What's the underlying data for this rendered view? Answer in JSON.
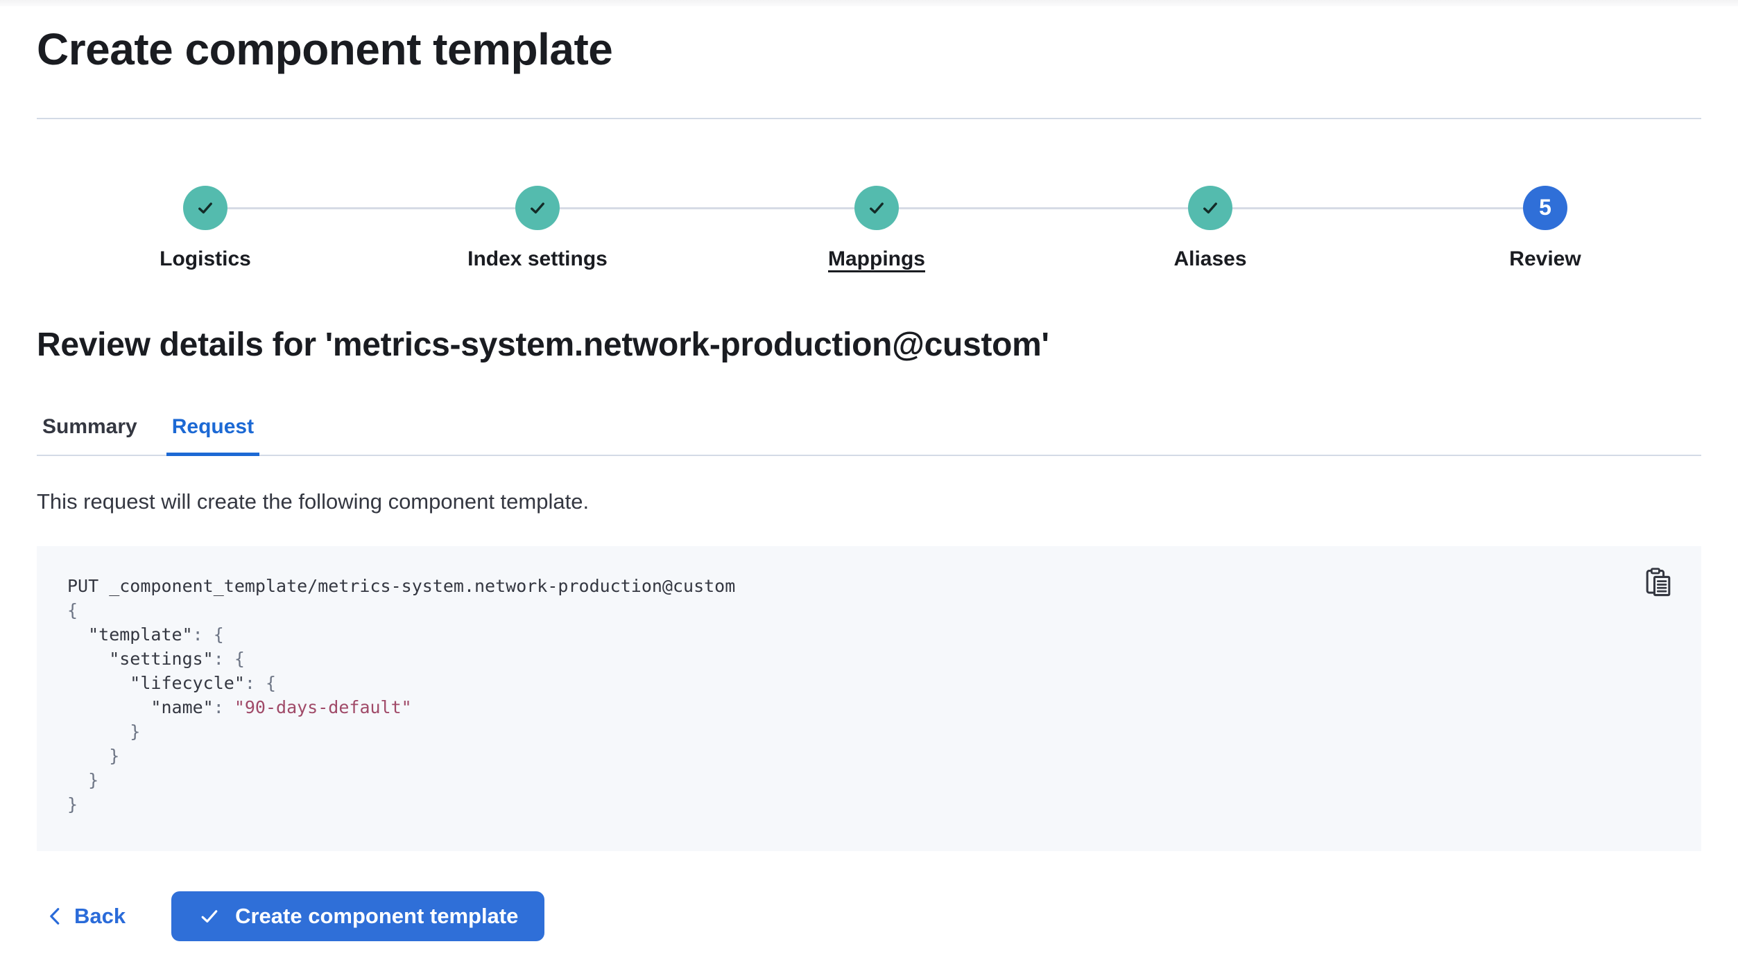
{
  "page": {
    "title": "Create component template",
    "review_heading": "Review details for 'metrics-system.network-production@custom'",
    "request_description": "This request will create the following component template."
  },
  "stepper": {
    "steps": [
      {
        "label": "Logistics",
        "status": "complete"
      },
      {
        "label": "Index settings",
        "status": "complete"
      },
      {
        "label": "Mappings",
        "status": "complete"
      },
      {
        "label": "Aliases",
        "status": "complete"
      },
      {
        "label": "Review",
        "status": "current",
        "number": "5"
      }
    ]
  },
  "tabs": {
    "items": [
      {
        "label": "Summary",
        "active": false
      },
      {
        "label": "Request",
        "active": true
      }
    ]
  },
  "request_preview": {
    "copy_icon": "copy-clipboard-icon",
    "code_lines": [
      [
        {
          "t": "plain",
          "s": "PUT _component_template/metrics-system.network-production@custom"
        }
      ],
      [
        {
          "t": "punct",
          "s": "{"
        }
      ],
      [
        {
          "t": "key",
          "s": "  \"template\""
        },
        {
          "t": "punct",
          "s": ": {"
        }
      ],
      [
        {
          "t": "key",
          "s": "    \"settings\""
        },
        {
          "t": "punct",
          "s": ": {"
        }
      ],
      [
        {
          "t": "key",
          "s": "      \"lifecycle\""
        },
        {
          "t": "punct",
          "s": ": {"
        }
      ],
      [
        {
          "t": "key",
          "s": "        \"name\""
        },
        {
          "t": "punct",
          "s": ": "
        },
        {
          "t": "string",
          "s": "\"90-days-default\""
        }
      ],
      [
        {
          "t": "punct",
          "s": "      }"
        }
      ],
      [
        {
          "t": "punct",
          "s": "    }"
        }
      ],
      [
        {
          "t": "punct",
          "s": "  }"
        }
      ],
      [
        {
          "t": "punct",
          "s": "}"
        }
      ]
    ]
  },
  "footer": {
    "back_label": "Back",
    "create_button_label": "Create component template"
  },
  "colors": {
    "accent_text_blue": "#1C69D4",
    "accent_fill_blue": "#2F6FD8",
    "success_teal": "#54BBAE",
    "code_string": "#A04A68",
    "divider": "#D3DAE6",
    "code_background": "#F6F8FB"
  }
}
